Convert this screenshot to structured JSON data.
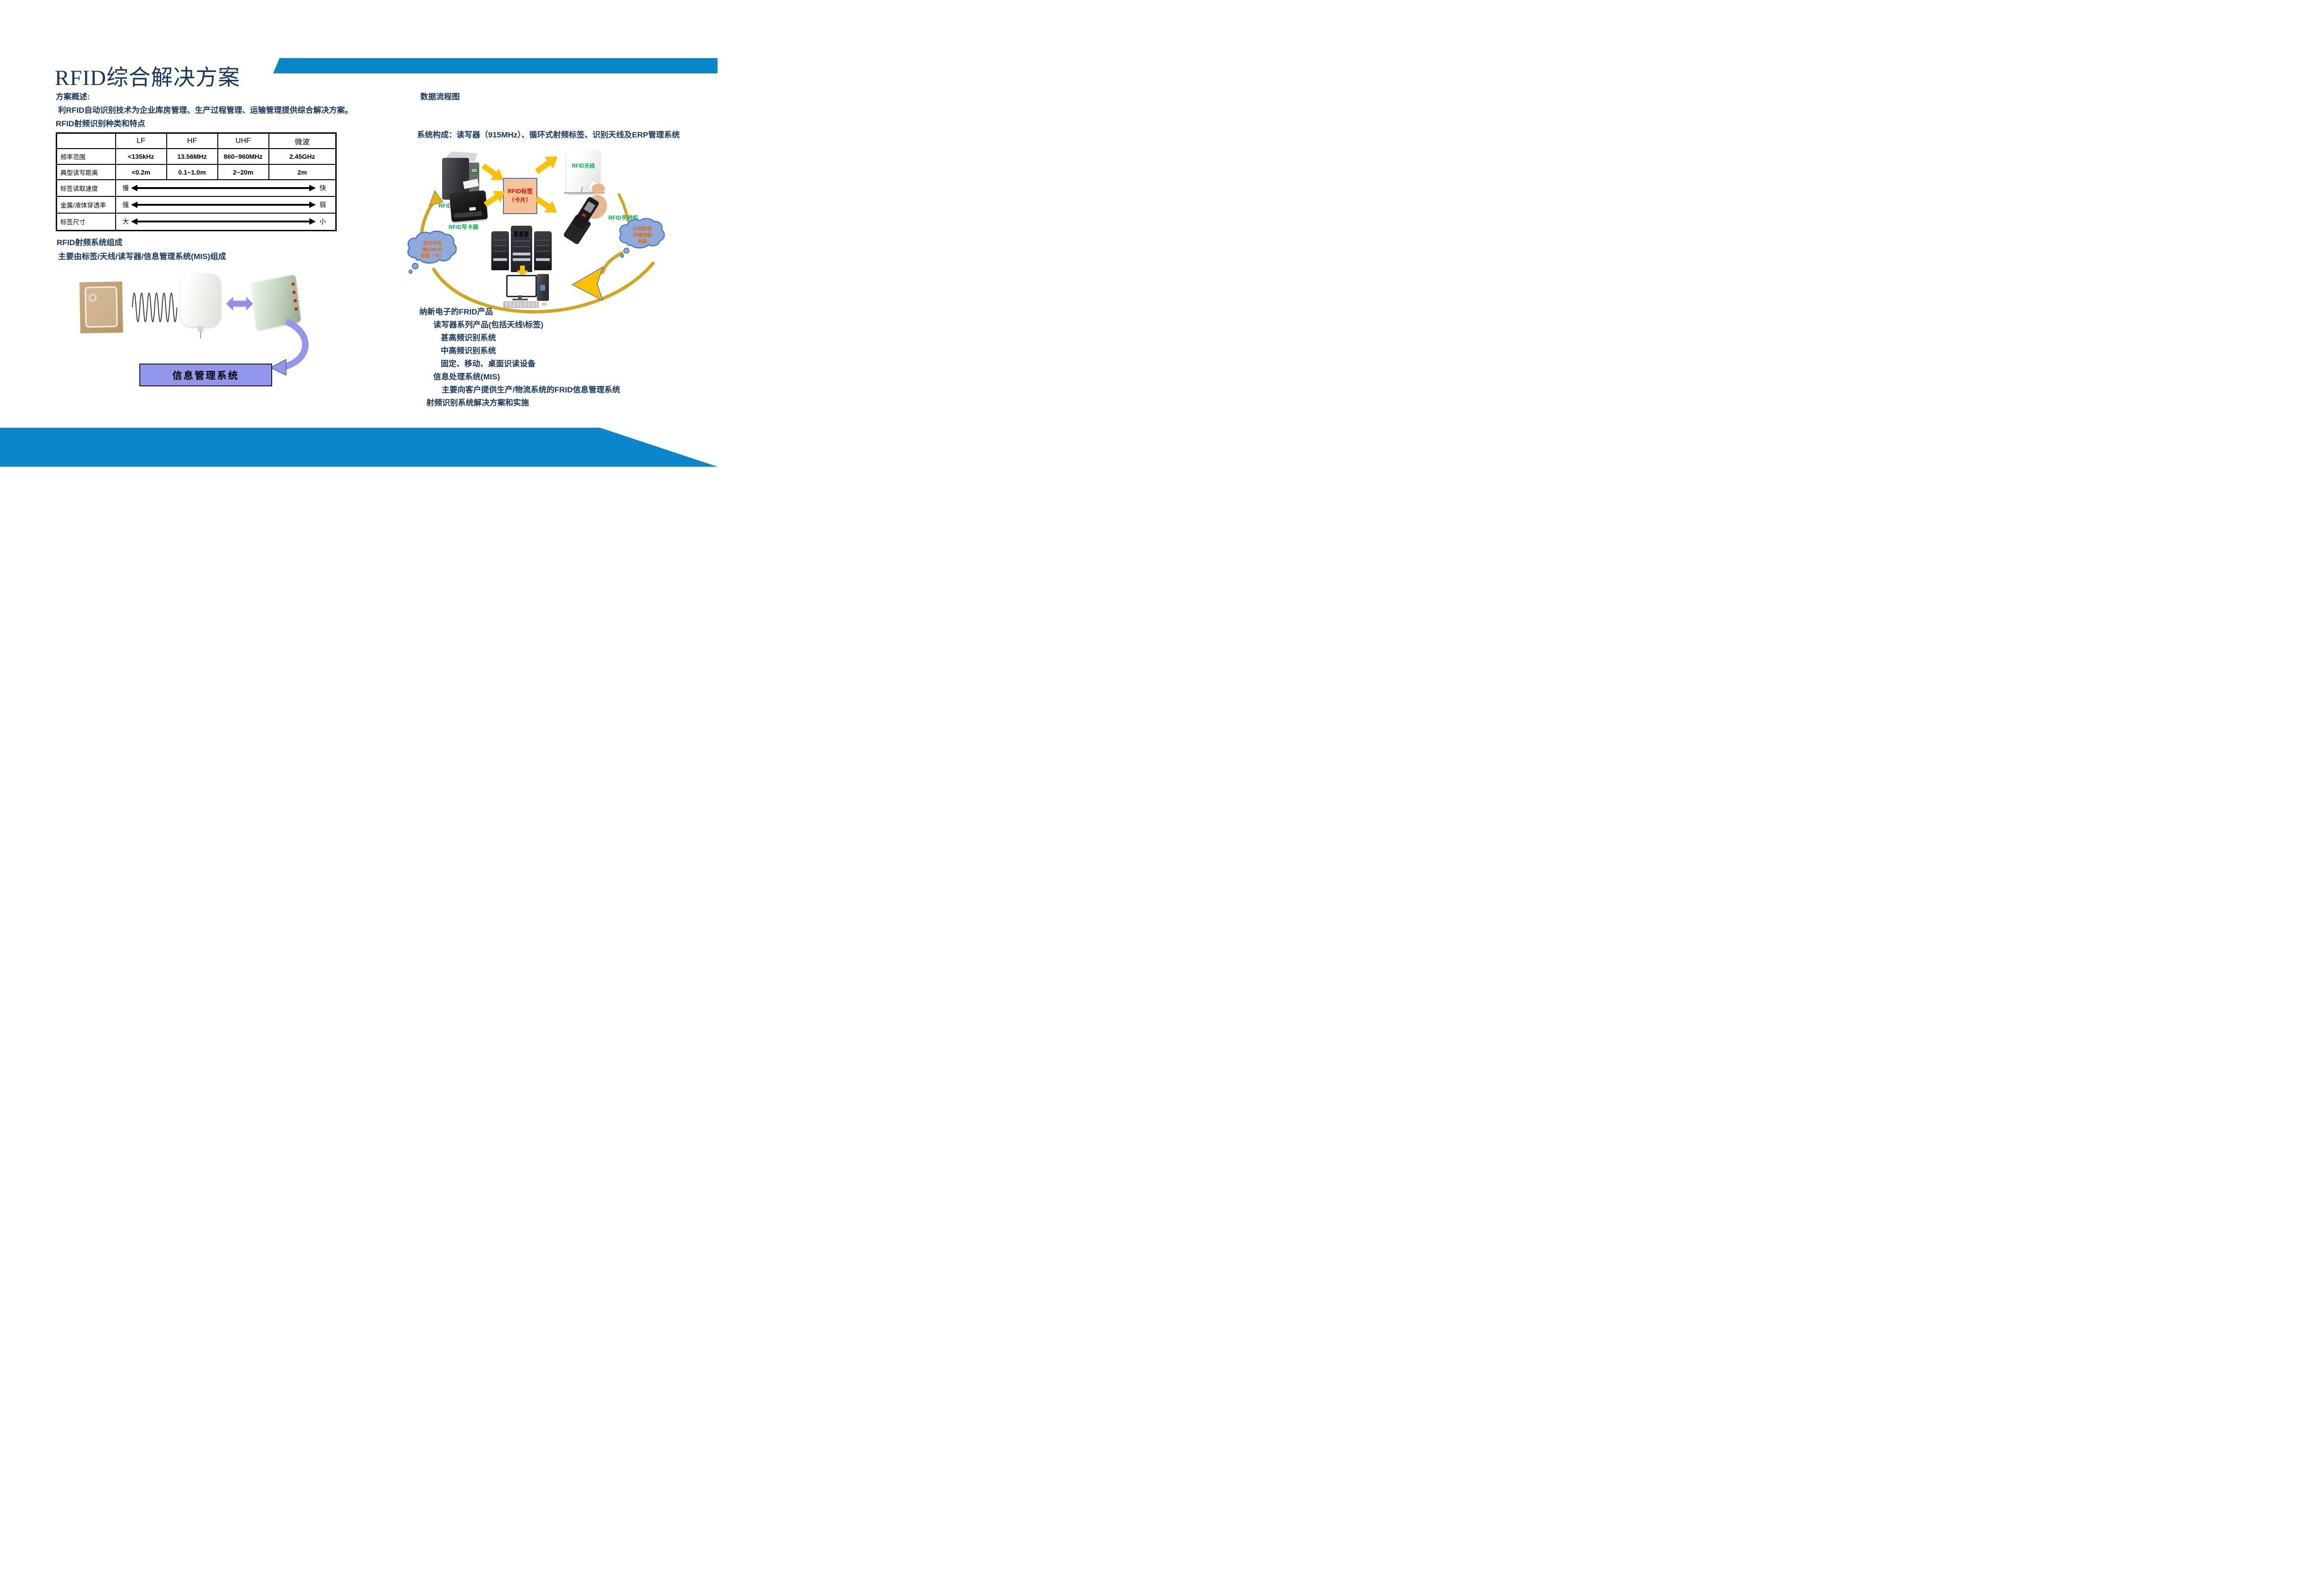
{
  "page": {
    "title": "RFID综合解决方案",
    "colors": {
      "accent_blue": "#0A86CB",
      "text_navy": "#17375E",
      "green_label": "#00B050",
      "yellow_arrow": "#FFC000",
      "gold_ribbon": "#D6A41C",
      "purple": "#9397EB",
      "cloud_fill": "#8FAADC",
      "cloud_text": "#E36C0A",
      "tag_box_fill": "#F5C498",
      "tag_box_text": "#E01010"
    }
  },
  "left": {
    "overview_heading": "方案概述:",
    "overview_text": "利RFID自动识别技术为企业库房管理、生产过程管理、运输管理提供综合解决方案。",
    "types_heading": "RFID射频识别种类和特点",
    "table": {
      "columns": [
        "",
        "LF",
        "HF",
        "UHF",
        "微波"
      ],
      "rows": [
        {
          "label": "频率范围",
          "values": [
            "<135kHz",
            "13.56MHz",
            "860~960MHz",
            "2.45GHz"
          ]
        },
        {
          "label": "典型读写距离",
          "values": [
            "<0.2m",
            "0.1~1.0m",
            "2~20m",
            "2m"
          ]
        }
      ],
      "scale_rows": [
        {
          "label": "标签读取速度",
          "left": "慢",
          "right": "快"
        },
        {
          "label": "金属/液体穿透率",
          "left": "强",
          "right": "弱"
        },
        {
          "label": "标签尺寸",
          "left": "大",
          "right": "小"
        }
      ]
    },
    "system_heading": "RFID射频系统组成",
    "system_text": "主要由标签/天线/读写器/信息管理系统(MIS)组成",
    "mis_box_label": "信息管理系统"
  },
  "right": {
    "flow_heading": "数据流程图",
    "composition_text": "系统构成：读写器（915MHz）、循环式射频标签、识别天线及ERP管理系统",
    "diagram": {
      "printer_label": "RFID打印机",
      "writer_label": "RFID写卡器",
      "tag_box_line1": "RFID标签",
      "tag_box_line2": "（卡片）",
      "antenna_label": "RFID天线",
      "handheld_label": "RFID手持机",
      "cloud_left": {
        "line1": "发出任务",
        "line2": "输出RFID",
        "line3": "标签（卡）"
      },
      "cloud_right": {
        "line1": "扫描数据",
        "line2": "传输到服",
        "line3": "务器"
      }
    },
    "products": [
      {
        "indent": 0,
        "text": "纳新电子的FRID产品"
      },
      {
        "indent": 1,
        "text": "读写器系列产品(包括天线\\标签)"
      },
      {
        "indent": 2,
        "text": "甚高频识别系统"
      },
      {
        "indent": 2,
        "text": "中高频识别系统"
      },
      {
        "indent": 2,
        "text": "固定、移动、桌面识读设备"
      },
      {
        "indent": 1,
        "text": "信息处理系统(MIS)"
      },
      {
        "indent": 2,
        "text": "主要向客户提供生产/物流系统的FRID信息管理系统"
      },
      {
        "indent": 0,
        "text": "射频识别系统解决方案和实施"
      }
    ]
  }
}
